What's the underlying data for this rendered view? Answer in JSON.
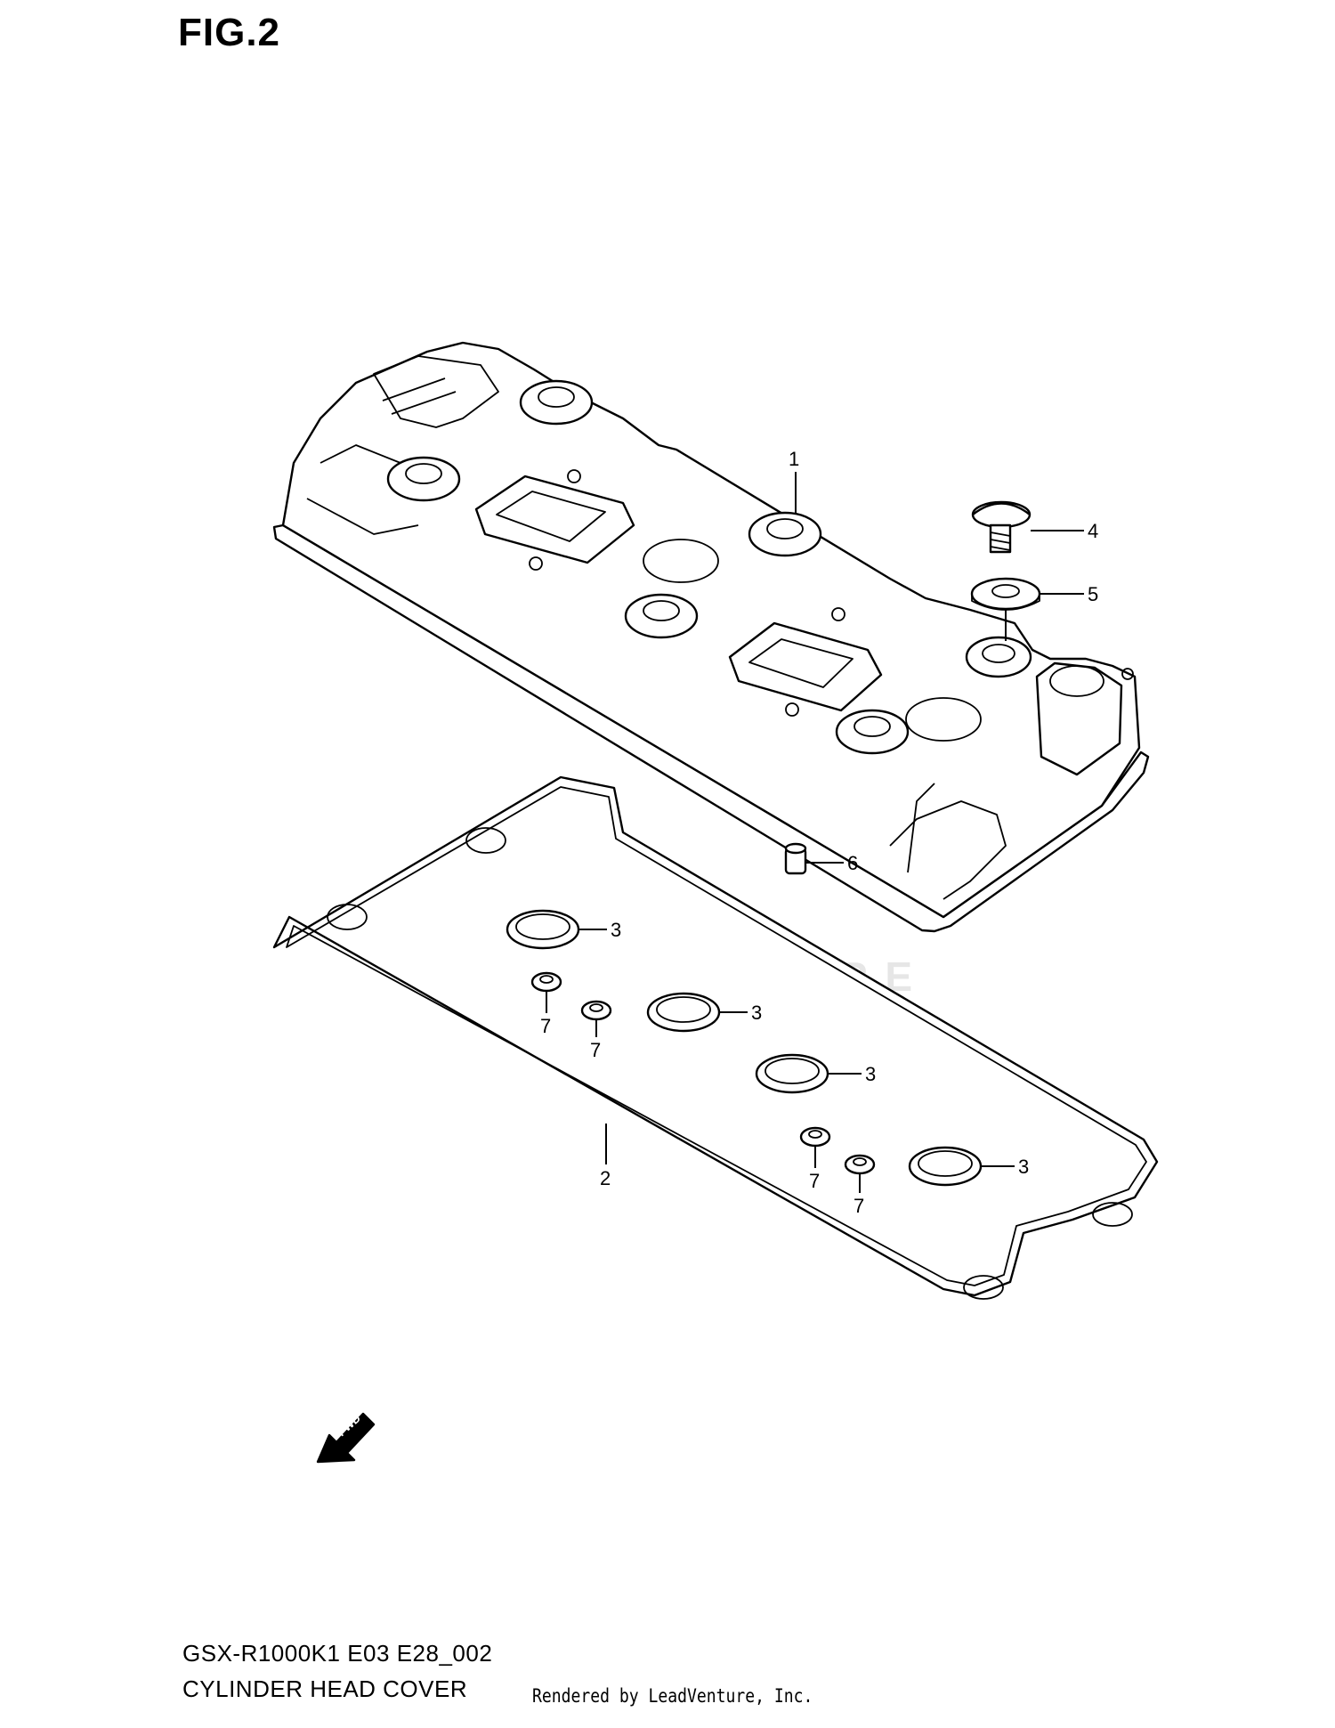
{
  "figure": {
    "title": "FIG.2"
  },
  "callouts": [
    {
      "id": "callout-1",
      "label": "1"
    },
    {
      "id": "callout-2",
      "label": "2"
    },
    {
      "id": "callout-3a",
      "label": "3"
    },
    {
      "id": "callout-3b",
      "label": "3"
    },
    {
      "id": "callout-3c",
      "label": "3"
    },
    {
      "id": "callout-3d",
      "label": "3"
    },
    {
      "id": "callout-4",
      "label": "4"
    },
    {
      "id": "callout-5",
      "label": "5"
    },
    {
      "id": "callout-6",
      "label": "6"
    },
    {
      "id": "callout-7a",
      "label": "7"
    },
    {
      "id": "callout-7b",
      "label": "7"
    },
    {
      "id": "callout-7c",
      "label": "7"
    },
    {
      "id": "callout-7d",
      "label": "7"
    }
  ],
  "fwd_arrow": {
    "label": "FWD"
  },
  "footer": {
    "model_code": "GSX-R1000K1 E03 E28_002",
    "section_name": "CYLINDER HEAD COVER",
    "rendered_by": "Rendered by LeadVenture, Inc."
  },
  "watermark": {
    "text": "LEADVENTURE"
  }
}
